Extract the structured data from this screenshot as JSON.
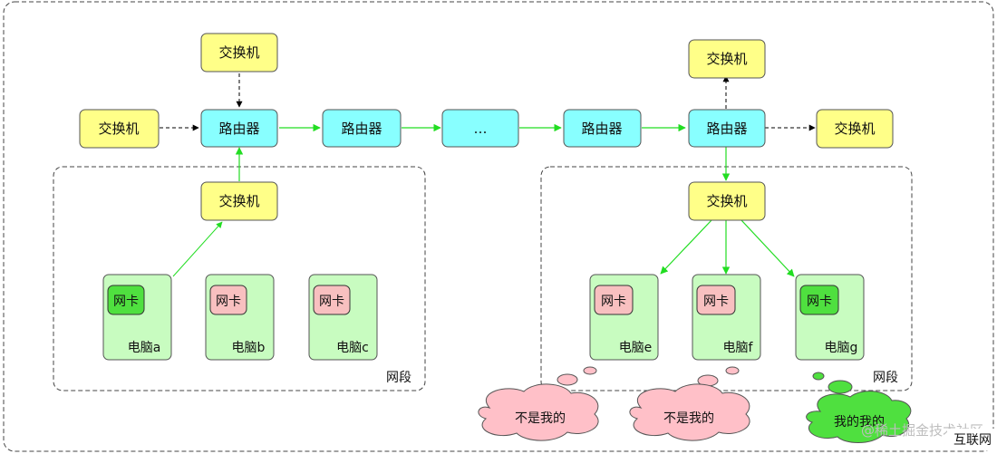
{
  "labels": {
    "switch": "交换机",
    "router": "路由器",
    "ellipsis": "…",
    "nic": "网卡",
    "segment": "网段",
    "internet": "互联网",
    "watermark": "@稀土掘金技术社区"
  },
  "computers": {
    "a": "电脑a",
    "b": "电脑b",
    "c": "电脑c",
    "e": "电脑e",
    "f": "电脑f",
    "g": "电脑g"
  },
  "thoughts": {
    "not_mine": "不是我的",
    "mine": "我的我的"
  },
  "colors": {
    "switch_fill": "#ffff88",
    "router_fill": "#88ffff",
    "computer_fill": "#c8fcc0",
    "nic_active": "#4fe03f",
    "nic_inactive": "#f8c0c0",
    "cloud_pink": "#ffc0c8",
    "cloud_green": "#4fe03f",
    "arrow_green": "#22dd22"
  }
}
